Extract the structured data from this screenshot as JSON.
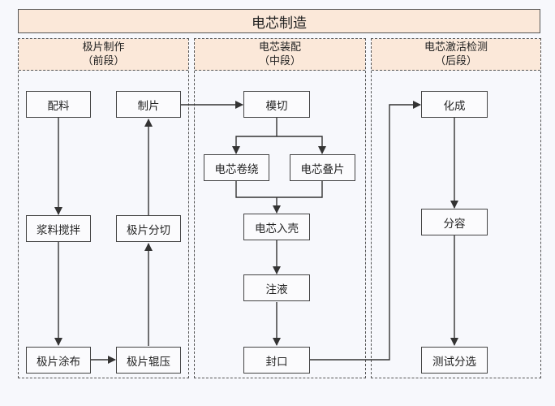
{
  "title": "电芯制造",
  "sections": [
    {
      "name": "极片制作",
      "stage": "（前段）"
    },
    {
      "name": "电芯装配",
      "stage": "（中段）"
    },
    {
      "name": "电芯激活检测",
      "stage": "（后段）"
    }
  ],
  "nodes": {
    "peiliao": "配料",
    "jiangliao_jiaoban": "浆料搅拌",
    "jipian_tubu": "极片涂布",
    "jipian_gunya": "极片辊压",
    "jipian_fenqie": "极片分切",
    "zhipian": "制片",
    "moqie": "模切",
    "dianxin_juanrao": "电芯卷绕",
    "dianxin_diepian": "电芯叠片",
    "dianxin_ruke": "电芯入壳",
    "zhuye": "注液",
    "fengkou": "封口",
    "huacheng": "化成",
    "fenrong": "分容",
    "ceshi_fenxuan": "测试分选"
  },
  "edges": [
    [
      "配料",
      "浆料搅拌"
    ],
    [
      "浆料搅拌",
      "极片涂布"
    ],
    [
      "极片涂布",
      "极片辊压"
    ],
    [
      "极片辊压",
      "极片分切"
    ],
    [
      "极片分切",
      "制片"
    ],
    [
      "制片",
      "模切"
    ],
    [
      "模切",
      "电芯卷绕"
    ],
    [
      "模切",
      "电芯叠片"
    ],
    [
      "电芯卷绕",
      "电芯入壳"
    ],
    [
      "电芯叠片",
      "电芯入壳"
    ],
    [
      "电芯入壳",
      "注液"
    ],
    [
      "注液",
      "封口"
    ],
    [
      "封口",
      "化成"
    ],
    [
      "化成",
      "分容"
    ],
    [
      "分容",
      "测试分选"
    ]
  ]
}
